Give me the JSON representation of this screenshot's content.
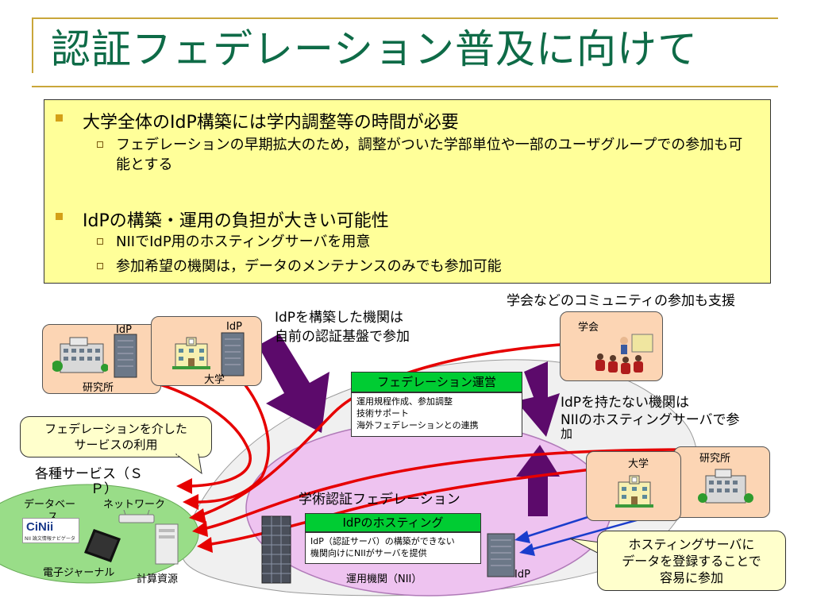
{
  "title": "認証フェデレーション普及に向けて",
  "bullets": [
    {
      "text": "大学全体のIdP構築には学内調整等の時間が必要",
      "subs": [
        "フェデレーションの早期拡大のため，調整がついた学部単位や一部のユーザグループでの参加も可能とする"
      ]
    },
    {
      "text": "IdPの構築・運用の負担が大きい可能性",
      "subs": [
        "NIIでIdP用のホスティングサーバを用意",
        "参加希望の機関は，データのメンテナンスのみでも参加可能"
      ]
    }
  ],
  "diagram": {
    "left_lab_label": "研究所",
    "left_uni_label": "大学",
    "idp": "IdP",
    "idp_built_text": [
      "IdPを構築した機関は",
      "自前の認証基盤で参加"
    ],
    "society_text": "学会などのコミュニティの参加も支援",
    "society_label": "学会",
    "fed_ops_title": "フェデレーション運営",
    "fed_ops_items": [
      "運用規程作成、参加調整",
      "技術サポート",
      "海外フェデレーションとの連携"
    ],
    "no_idp_text": [
      "IdPを持たない機関は",
      "NIIのホスティングサーバで参",
      "加"
    ],
    "right_uni_label": "大学",
    "right_lab_label": "研究所",
    "service_callout": [
      "フェデレーションを介した",
      "サービスの利用"
    ],
    "sp_label": [
      "各種サービス（Ｓ",
      "Ｐ）"
    ],
    "db_label": [
      "データベー",
      "ス"
    ],
    "network_label": "ネットワーク",
    "cinii_logo": "CiNii",
    "cinii_sub": "NII 論文情報ナビゲータ",
    "ejournal_label": "電子ジャーナル",
    "compute_label": "計算資源",
    "federation_label": "学術認証フェデレーション",
    "hosting_title": "IdPのホスティング",
    "hosting_desc": [
      "IdP（認証サーバ）の構築ができない",
      "機関向けにNIIがサーバを提供"
    ],
    "operator_label": "運用機関（NII）",
    "idp_bottom": "IdP",
    "hosting_callout": [
      "ホスティングサーバに",
      "データを登録することで",
      "容易に参加"
    ]
  },
  "colors": {
    "title": "#0e6b47",
    "bullet_box": "#ffff99",
    "arrow_red": "#e60000",
    "arrow_blue": "#1a3dcc",
    "purple": "#5c0a6b",
    "green_header": "#00cc33",
    "node": "#fcd5b4"
  }
}
